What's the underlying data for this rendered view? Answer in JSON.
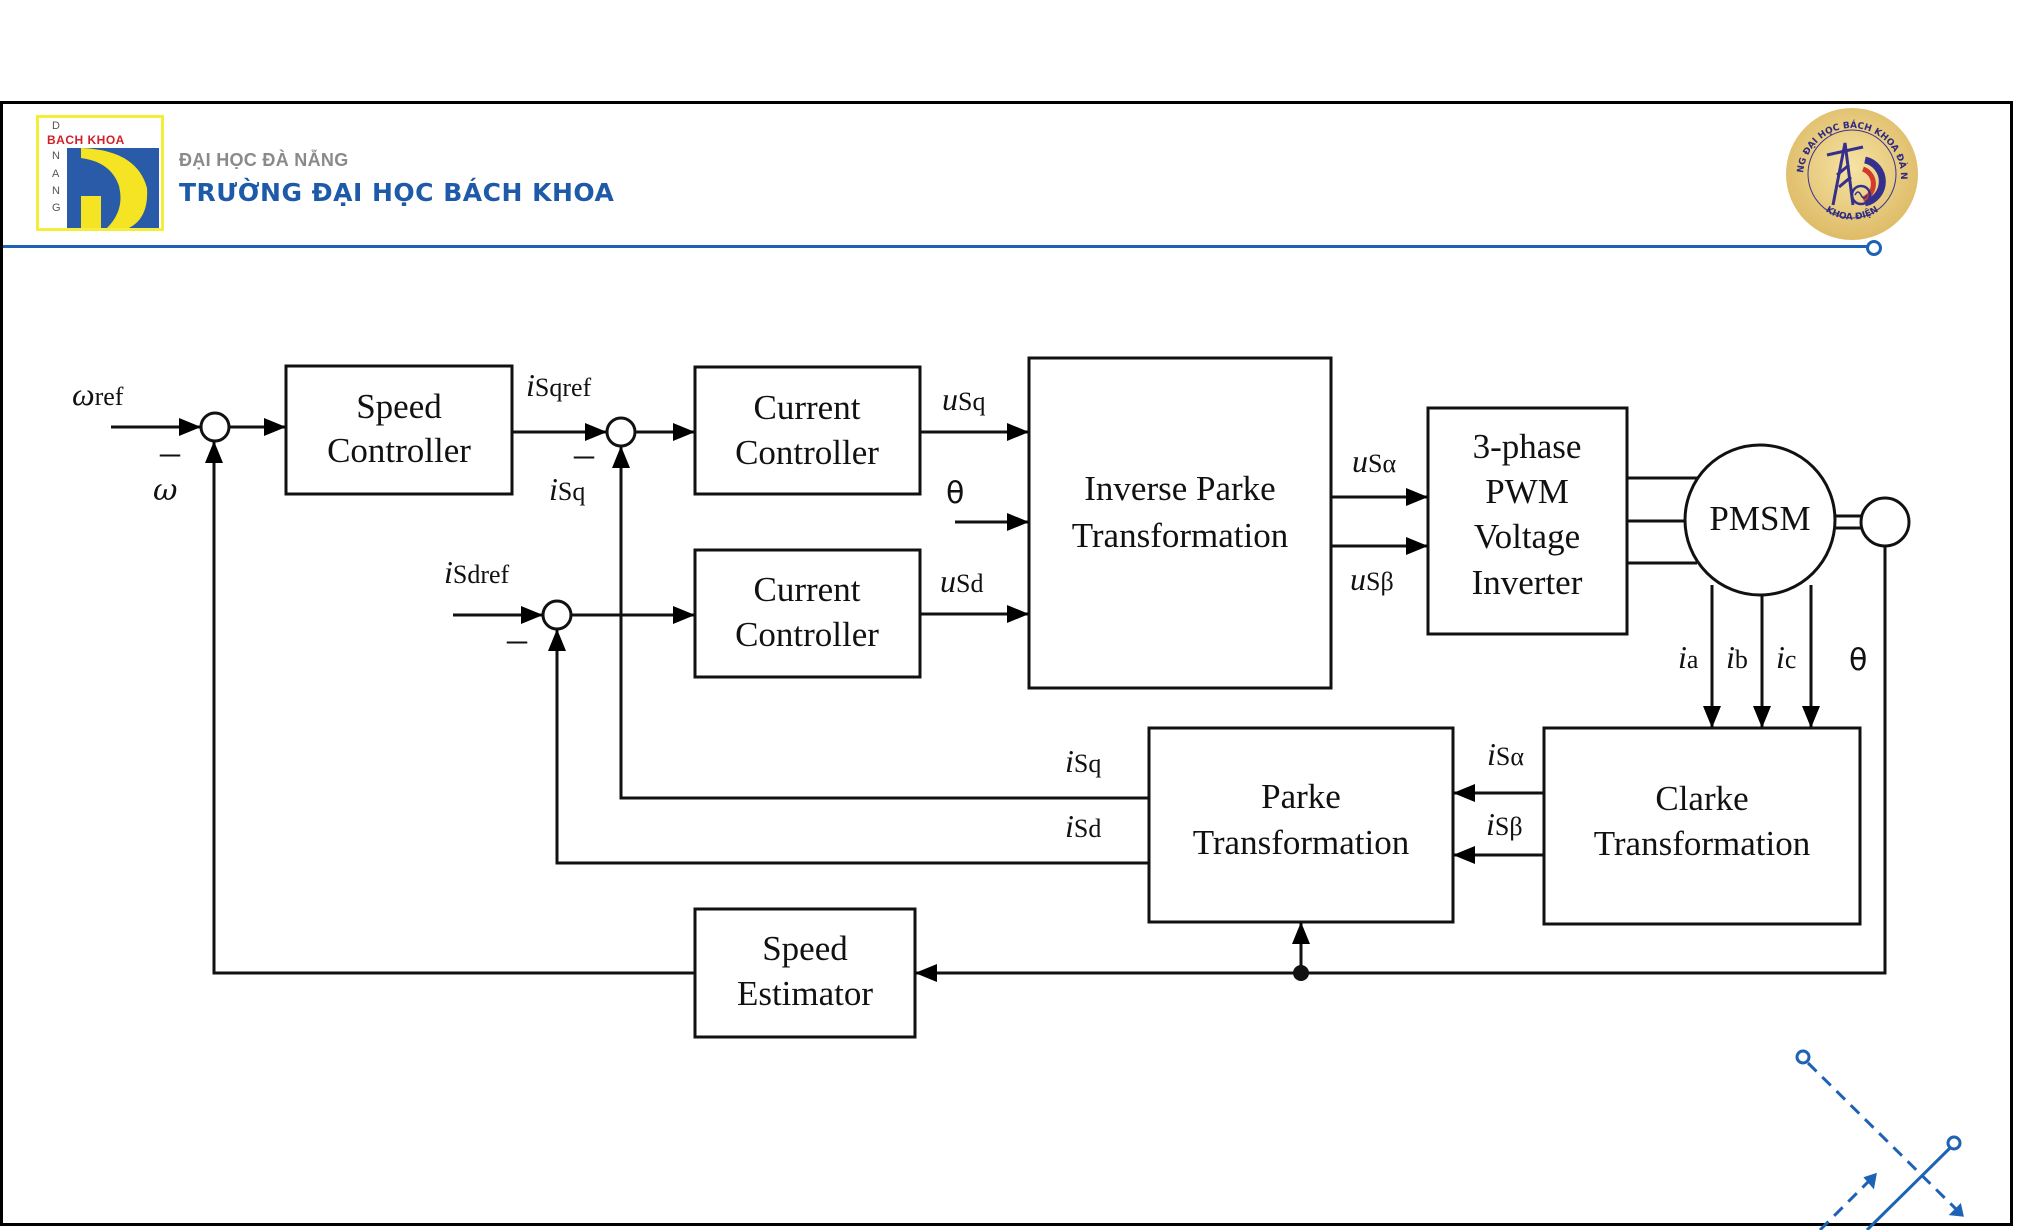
{
  "header": {
    "logo_letters_vertical": [
      "D",
      "N",
      "A",
      "N",
      "G"
    ],
    "logo_brand": "BACH KHOA",
    "university_parent": "ĐẠI HỌC ĐÀ NẴNG",
    "university_name": "TRƯỜNG ĐẠI HỌC BÁCH KHOA",
    "seal_text_top": "TRƯỜNG ĐẠI HỌC BÁCH KHOA ĐÀ NẴNG",
    "seal_text_bottom": "KHOA ĐIỆN",
    "accent_color": "#1e62b5"
  },
  "diagram": {
    "blocks": {
      "speed_controller": [
        "Speed",
        "Controller"
      ],
      "current_controller_q": [
        "Current",
        "Controller"
      ],
      "current_controller_d": [
        "Current",
        "Controller"
      ],
      "inverse_parke": [
        "Inverse Parke",
        "Transformation"
      ],
      "pwm_inverter": [
        "3-phase",
        "PWM",
        "Voltage",
        "Inverter"
      ],
      "pmsm": "PMSM",
      "parke": [
        "Parke",
        "Transformation"
      ],
      "clarke": [
        "Clarke",
        "Transformation"
      ],
      "speed_estimator": [
        "Speed",
        "Estimator"
      ]
    },
    "signals": {
      "omega_ref": {
        "main": "ω",
        "sub": "ref"
      },
      "omega": "ω",
      "isqref": {
        "main": "i",
        "sub": "Sqref"
      },
      "isq_fb": {
        "main": "i",
        "sub": "Sq"
      },
      "isdref": {
        "main": "i",
        "sub": "Sdref"
      },
      "usq": {
        "main": "u",
        "sub": "Sq"
      },
      "usd": {
        "main": "u",
        "sub": "Sd"
      },
      "theta_in": "θ",
      "usalpha": {
        "main": "u",
        "sub": "Sα"
      },
      "usbeta": {
        "main": "u",
        "sub": "Sβ"
      },
      "ia": {
        "main": "i",
        "sub": "a"
      },
      "ib": {
        "main": "i",
        "sub": "b"
      },
      "ic": {
        "main": "i",
        "sub": "c"
      },
      "theta_enc": "θ",
      "isalpha": {
        "main": "i",
        "sub": "Sα"
      },
      "isbeta": {
        "main": "i",
        "sub": "Sβ"
      },
      "isq_out": {
        "main": "i",
        "sub": "Sq"
      },
      "isd_out": {
        "main": "i",
        "sub": "Sd"
      },
      "minus": "–"
    }
  }
}
